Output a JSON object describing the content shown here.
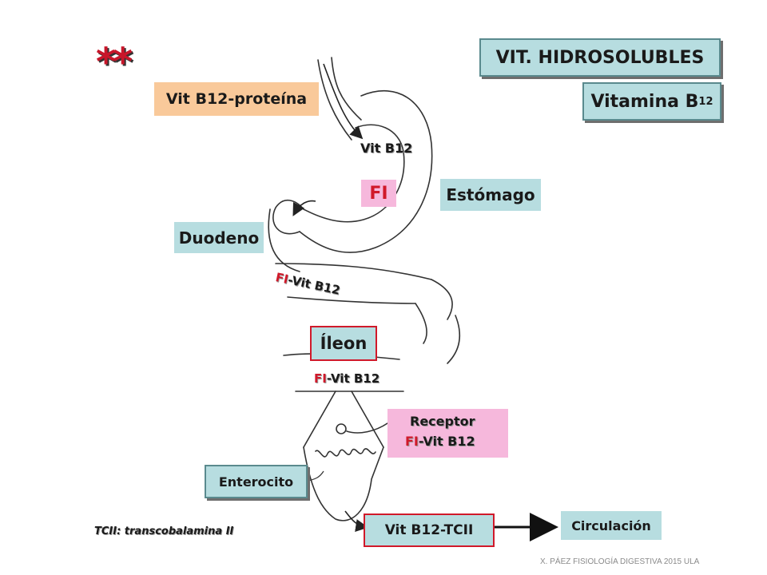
{
  "header": {
    "title": "VIT. HIDROSOLUBLES",
    "subtitle_main": "Vitamina B",
    "subtitle_sub": "12",
    "stars": "**"
  },
  "labels": {
    "vit_b12_proteina": "Vit B12-proteína",
    "vit_b12": "Vit B12",
    "fi": "FI",
    "estomago": "Estómago",
    "duodeno": "Duodeno",
    "fi_vit_b12_diag_fi": "FI",
    "fi_vit_b12_diag_rest": "-Vit B12",
    "ileon": "Íleon",
    "fi_vit_b12_ileon_fi": "FI",
    "fi_vit_b12_ileon_rest": "-Vit B12",
    "receptor_line1": "Receptor",
    "receptor_fi": "FI",
    "receptor_rest": "-Vit B12",
    "enterocito": "Enterocito",
    "vit_b12_tcii": "Vit B12-TCII",
    "circulacion": "Circulación",
    "tcii_note": "TCII: transcobalamina II",
    "footer": "X. PÁEZ   FISIOLOGÍA DIGESTIVA 2015  ULA"
  },
  "colors": {
    "teal_box": "#b7dde0",
    "orange_box": "#f9c99a",
    "pink_box": "#f6b8dc",
    "red_text": "#d0192a",
    "red_star": "#c8162a"
  }
}
